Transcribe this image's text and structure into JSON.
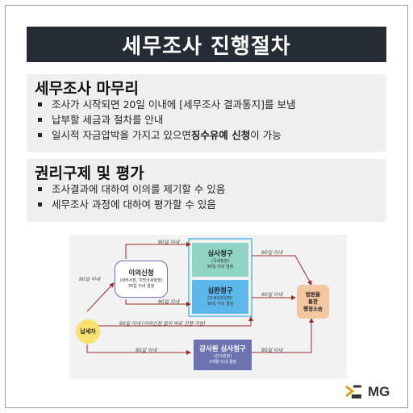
{
  "title": "세무조사 진행절차",
  "sections": [
    {
      "heading": "세무조사 마무리",
      "bullets": [
        {
          "before": "조사가 시작되면 20일 이내에 [세무조사 결과통지]를 보냄",
          "bold": "",
          "after": ""
        },
        {
          "before": "납부할 세금과 절차를 안내",
          "bold": "",
          "after": ""
        },
        {
          "before": "일시적 자금압박을 가지고 있으면 ",
          "bold": "징수유예 신청",
          "after": "이 가능"
        }
      ]
    },
    {
      "heading": "권리구제 및 평가",
      "bullets": [
        {
          "before": "조사결과에 대하여 이의를 제기할 수 있음",
          "bold": "",
          "after": ""
        },
        {
          "before": "세무조사 과정에 대하여 평가할 수 있음",
          "bold": "",
          "after": ""
        }
      ]
    }
  ],
  "diagram": {
    "taxpayer": "납세자",
    "objection": {
      "title": "이의신청",
      "sub1": "(세무서장, 지방국세청장)",
      "sub2": "30일 이내 결정"
    },
    "review": {
      "title": "심사청구",
      "sub1": "(국세청장)",
      "sub2": "90일 이내 결정"
    },
    "trial": {
      "title": "심판청구",
      "sub1": "(조세심판원장)",
      "sub2": "90일 이내 결정"
    },
    "audit": {
      "title": "감사원 심사청구",
      "sub1": "(감사원장)",
      "sub2": "3개월 이내 결정"
    },
    "lawsuit": {
      "line1": "법원을",
      "line2": "통한",
      "line3": "행정소송"
    },
    "labels": {
      "d90": "90일 이내",
      "direct": "90일 이내 (이의신청 없이 바로 진행 가능)"
    }
  },
  "logo": {
    "text": "MG",
    "color": "#d9a21b"
  },
  "colors": {
    "title_bg": "#262c36",
    "section_bg": "#efefef",
    "teal": "#8fd3c3",
    "blue": "#5cb7ea",
    "purple": "#6d72b0",
    "yellow": "#f6e26e",
    "orange": "#f3c7a0",
    "arrow": "#9b2a2a"
  }
}
